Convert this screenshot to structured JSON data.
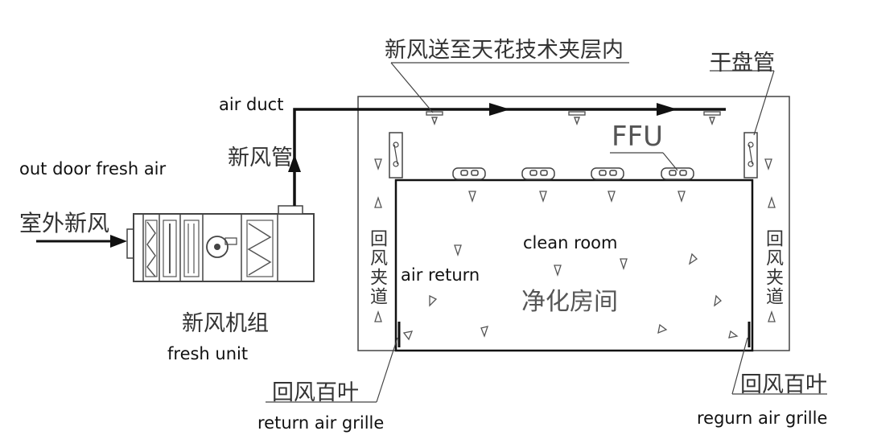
{
  "labels": {
    "top_supply_zh": "新风送至天花技术夹层内",
    "fcu_zh": "干盘管",
    "air_duct_en": "air duct",
    "fresh_air_pipe_zh": "新风管",
    "ffu": "FFU",
    "outdoor_en": "out door fresh air",
    "outdoor_zh": "室外新风",
    "clean_room_en": "clean room",
    "clean_room_zh": "净化房间",
    "air_return_en": "air return",
    "return_channel_left_zh": "回风夹道",
    "return_channel_right_zh": "回风夹道",
    "fresh_unit_zh": "新风机组",
    "fresh_unit_en": "fresh unit",
    "return_grille_left_zh": "回风百叶",
    "return_grille_left_en": "return air grille",
    "return_grille_right_zh": "回风百叶",
    "return_grille_right_en": "regurn air grille"
  },
  "colors": {
    "line": "#111111",
    "text": "#111111",
    "background": "#ffffff"
  }
}
